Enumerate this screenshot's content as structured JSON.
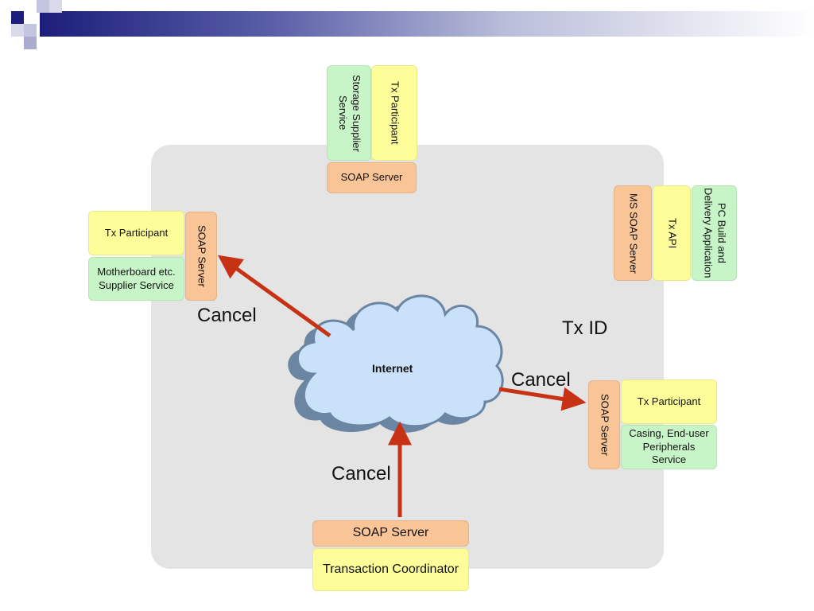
{
  "decoration": {
    "header_colors": [
      "#1c1e7a",
      "#ffffff"
    ]
  },
  "nodes": {
    "storage": {
      "participant": "Tx Participant",
      "service": "Storage Supplier Service",
      "server": "SOAP Server"
    },
    "pc_build": {
      "server": "MS SOAP Server",
      "api": "Tx API",
      "application": "PC Build and Delivery Application"
    },
    "motherboard": {
      "participant": "Tx Participant",
      "service": "Motherboard etc. Supplier Service",
      "server": "SOAP Server"
    },
    "casing": {
      "participant": "Tx Participant",
      "service": "Casing, End-user Peripherals Service",
      "server": "SOAP Server"
    },
    "coordinator": {
      "server": "SOAP Server",
      "coordinator": "Transaction Coordinator"
    },
    "internet": {
      "label": "Internet"
    }
  },
  "labels": {
    "cancel_left": "Cancel",
    "cancel_right": "Cancel",
    "cancel_bottom": "Cancel",
    "tx_id": "Tx ID"
  },
  "colors": {
    "arrow": "#c83214",
    "panel": "#e4e4e4",
    "participant": "#fdfd9a",
    "service": "#c8f5c8",
    "soap_server": "#f9c597",
    "cloud_fill": "#c9e2fa",
    "cloud_stroke": "#6b86a3"
  }
}
